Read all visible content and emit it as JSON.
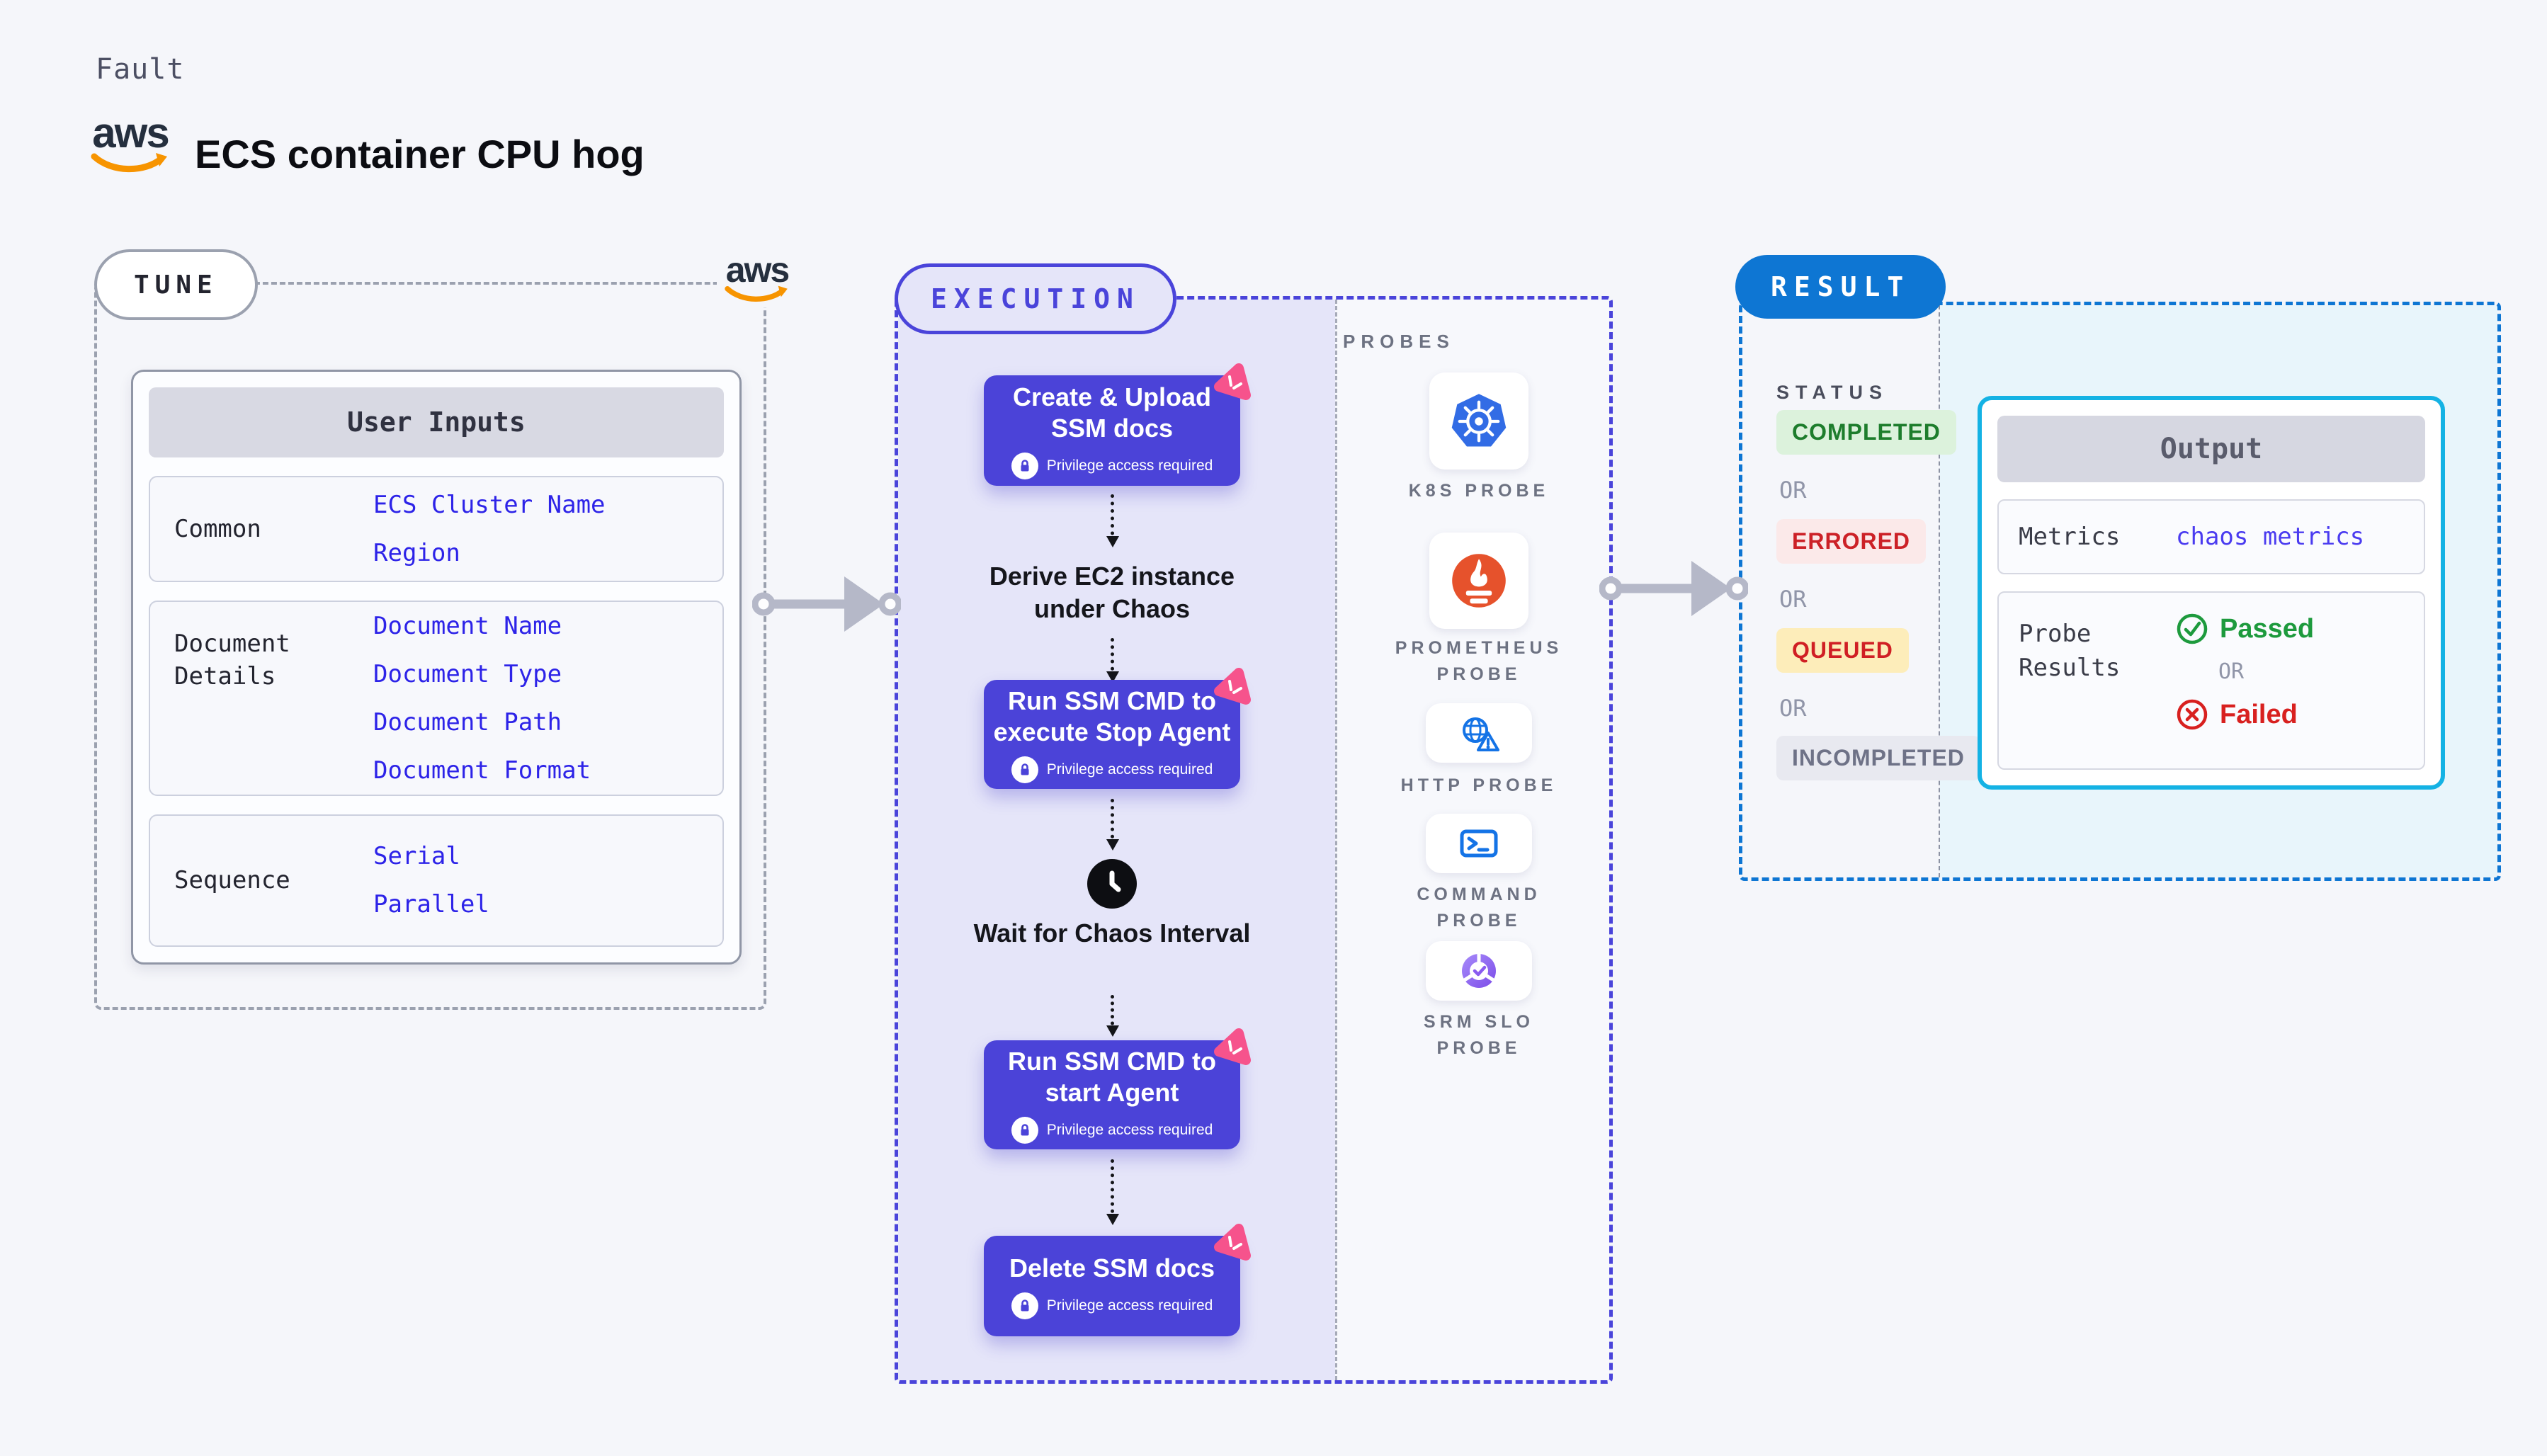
{
  "colors": {
    "accent_indigo": "#4b43d8",
    "accent_pink": "#f6538c",
    "result_blue": "#0e76d3",
    "output_cyan": "#14b2e4",
    "passed_green": "#1d9a3d",
    "failed_red": "#d8201f",
    "value_blue": "#2d23e8",
    "aws_orange": "#f79400",
    "kubernetes_blue": "#326ce5",
    "prometheus_orange": "#e6522c"
  },
  "header": {
    "eyebrow": "Fault",
    "title": "ECS container CPU hog",
    "aws_wordmark": "aws"
  },
  "tune": {
    "label": "TUNE",
    "user_inputs": {
      "title": "User Inputs",
      "groups": [
        {
          "label": "Common",
          "values": [
            "ECS Cluster Name",
            "Region"
          ]
        },
        {
          "label": "Document Details",
          "values": [
            "Document Name",
            "Document Type",
            "Document Path",
            "Document Format"
          ]
        },
        {
          "label": "Sequence",
          "values": [
            "Serial",
            "Parallel"
          ]
        }
      ]
    }
  },
  "execution": {
    "label": "EXECUTION",
    "steps": [
      {
        "title": "Create & Upload SSM docs",
        "note": "Privilege access required"
      },
      {
        "title": "Derive EC2 instance under Chaos"
      },
      {
        "title": "Run SSM CMD to execute Stop Agent",
        "note": "Privilege access required"
      },
      {
        "title": "Wait for Chaos Interval"
      },
      {
        "title": "Run SSM CMD to start Agent",
        "note": "Privilege access required"
      },
      {
        "title": "Delete SSM docs",
        "note": "Privilege access required"
      }
    ],
    "probes": {
      "label": "PROBES",
      "items": [
        {
          "name": "K8S PROBE",
          "icon": "kubernetes-icon"
        },
        {
          "name": "PROMETHEUS PROBE",
          "icon": "prometheus-icon"
        },
        {
          "name": "HTTP PROBE",
          "icon": "http-globe-icon"
        },
        {
          "name": "COMMAND PROBE",
          "icon": "terminal-icon"
        },
        {
          "name": "SRM SLO PROBE",
          "icon": "slo-gauge-icon"
        }
      ]
    }
  },
  "result": {
    "label": "RESULT",
    "status": {
      "heading": "STATUS",
      "or": "OR",
      "items": [
        {
          "label": "COMPLETED"
        },
        {
          "label": "ERRORED"
        },
        {
          "label": "QUEUED"
        },
        {
          "label": "INCOMPLETED"
        }
      ]
    },
    "output": {
      "title": "Output",
      "metrics_label": "Metrics",
      "metrics_value": "chaos metrics",
      "probe_results_label": "Probe Results",
      "passed": "Passed",
      "or": "OR",
      "failed": "Failed"
    }
  }
}
